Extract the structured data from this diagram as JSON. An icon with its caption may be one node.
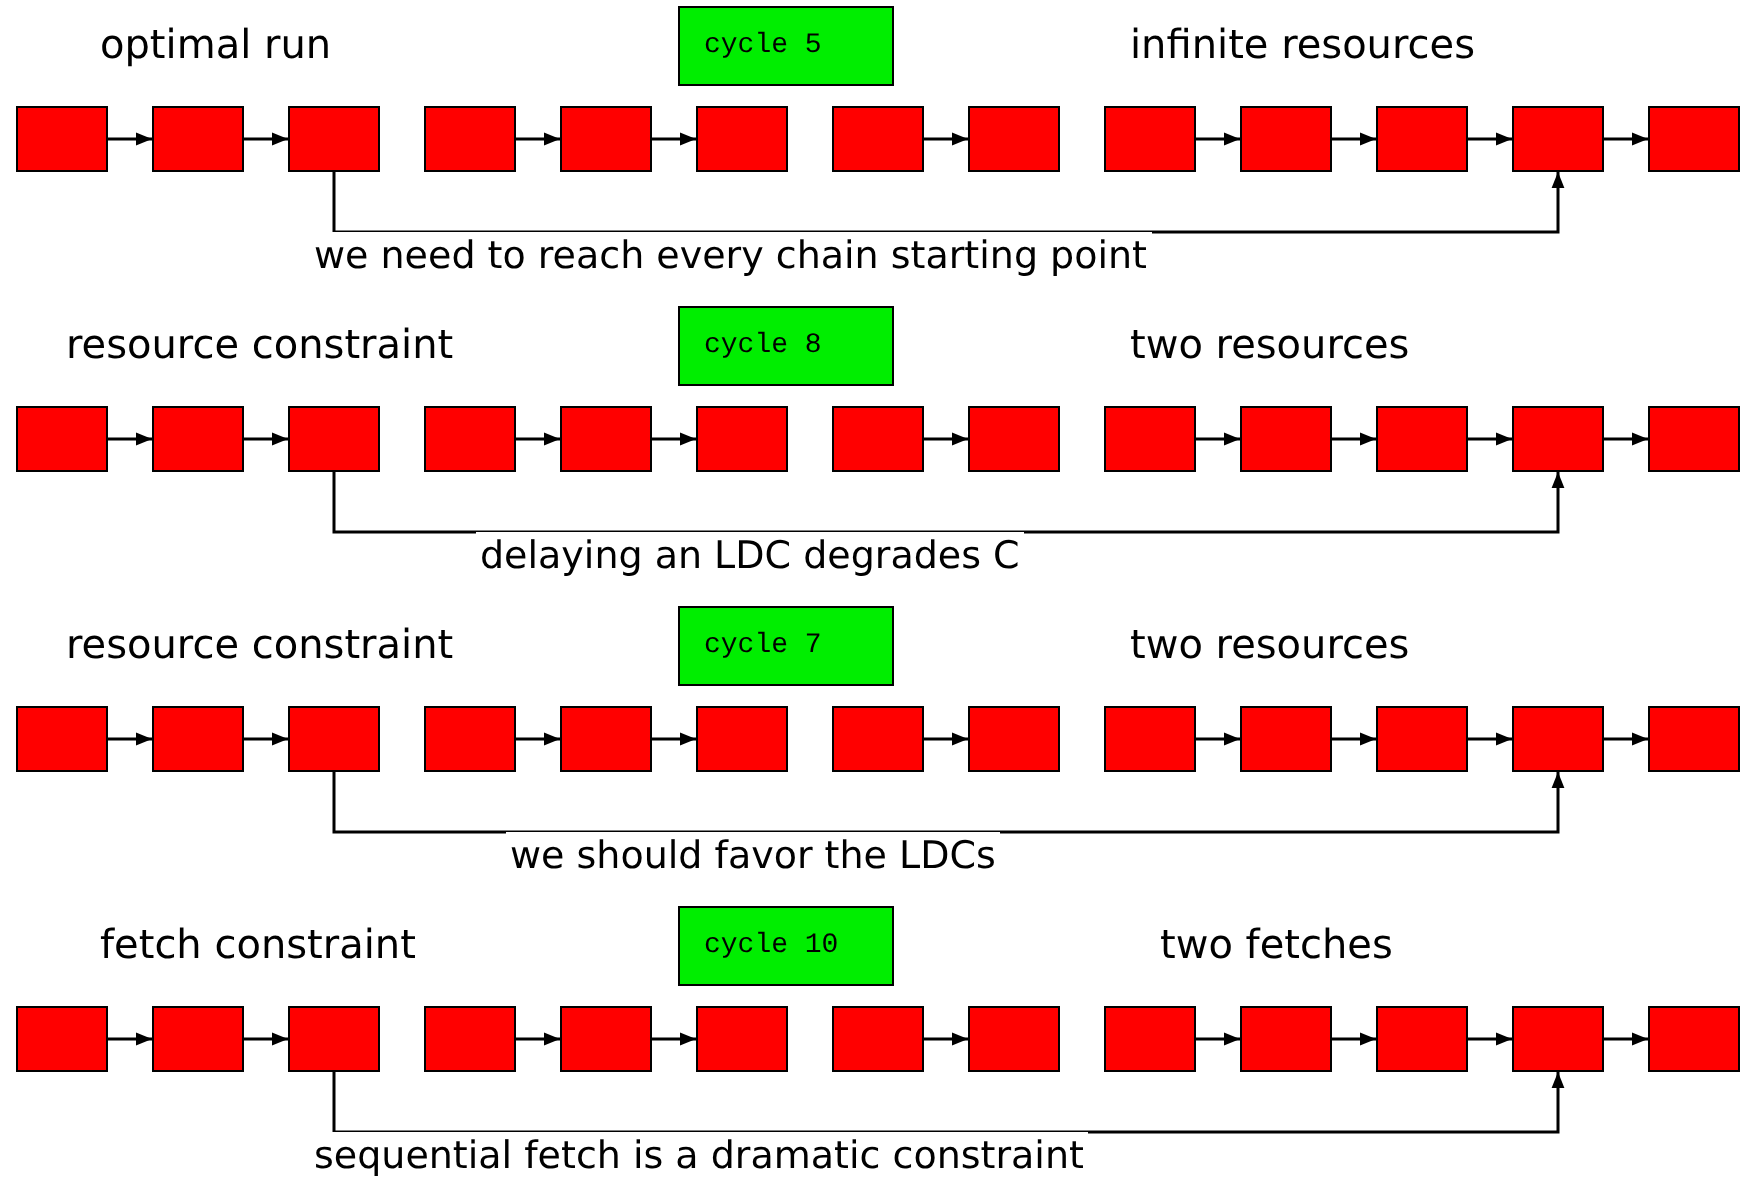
{
  "diagram": {
    "nodes": [
      {
        "text": [
          "cycle 5"
        ]
      },
      {
        "text": [],
        "shape": "box"
      },
      {
        "text": [],
        "shape": "box"
      },
      {
        "text": [],
        "shape": "box"
      },
      {
        "text": [],
        "shape": "box"
      },
      {
        "text": [],
        "shape": "box"
      },
      {
        "text": [],
        "shape": "box"
      },
      {
        "text": [],
        "shape": "box"
      },
      {
        "text": [],
        "shape": "box"
      },
      {
        "text": [],
        "shape": "box"
      },
      {
        "text": [],
        "shape": "box"
      },
      {
        "text": [],
        "shape": "box"
      },
      {
        "text": [],
        "shape": "box"
      },
      {
        "text": [],
        "shape": "box"
      },
      {
        "text": [
          "cycle 8"
        ]
      },
      {
        "text": [],
        "shape": "box"
      },
      {
        "text": [],
        "shape": "box"
      },
      {
        "text": [],
        "shape": "box"
      },
      {
        "text": [],
        "shape": "box"
      },
      {
        "text": [],
        "shape": "box"
      },
      {
        "text": [],
        "shape": "box"
      },
      {
        "text": [],
        "shape": "box"
      },
      {
        "text": [],
        "shape": "box"
      },
      {
        "text": [],
        "shape": "box"
      },
      {
        "text": [],
        "shape": "box"
      },
      {
        "text": [],
        "shape": "box"
      },
      {
        "text": [],
        "shape": "box"
      },
      {
        "text": [],
        "shape": "box"
      },
      {
        "text": [
          "cycle 7"
        ]
      },
      {
        "text": [],
        "shape": "box"
      },
      {
        "text": [],
        "shape": "box"
      },
      {
        "text": [],
        "shape": "box"
      },
      {
        "text": [],
        "shape": "box"
      },
      {
        "text": [],
        "shape": "box"
      },
      {
        "text": [],
        "shape": "box"
      },
      {
        "text": [],
        "shape": "box"
      },
      {
        "text": [],
        "shape": "box"
      },
      {
        "text": [],
        "shape": "box"
      },
      {
        "text": [],
        "shape": "box"
      },
      {
        "text": [],
        "shape": "box"
      },
      {
        "text": [],
        "shape": "box"
      },
      {
        "text": [],
        "shape": "box"
      },
      {
        "text": [
          "cycle 10"
        ]
      },
      {
        "text": [],
        "shape": "box"
      },
      {
        "text": [],
        "shape": "box"
      },
      {
        "text": [],
        "shape": "box"
      },
      {
        "text": [],
        "shape": "box"
      },
      {
        "text": [],
        "shape": "box"
      },
      {
        "text": [],
        "shape": "box"
      },
      {
        "text": [],
        "shape": "box"
      },
      {
        "text": [],
        "shape": "box"
      },
      {
        "text": [],
        "shape": "box"
      },
      {
        "text": [],
        "shape": "box"
      },
      {
        "text": [],
        "shape": "box"
      },
      {
        "text": [],
        "shape": "box"
      },
      {
        "text": [],
        "shape": "box"
      }
    ],
    "edges": [
      {
        "from": 1,
        "to": 2,
        "arrow": "to"
      },
      {
        "from": 2,
        "to": 3,
        "arrow": "to"
      },
      {
        "from": 4,
        "to": 5,
        "arrow": "to"
      },
      {
        "from": 5,
        "to": 6,
        "arrow": "to"
      },
      {
        "from": 7,
        "to": 8,
        "arrow": "to"
      },
      {
        "from": 9,
        "to": 10,
        "arrow": "to"
      },
      {
        "from": 10,
        "to": 11,
        "arrow": "to"
      },
      {
        "from": 11,
        "to": 12,
        "arrow": "to"
      },
      {
        "from": 12,
        "to": 13,
        "arrow": "to"
      },
      {
        "from": 3,
        "to": 12,
        "arrow": "to",
        "label": "we need to reach every chain starting point"
      },
      {
        "from": 15,
        "to": 16,
        "arrow": "to"
      },
      {
        "from": 16,
        "to": 17,
        "arrow": "to"
      },
      {
        "from": 18,
        "to": 19,
        "arrow": "to"
      },
      {
        "from": 19,
        "to": 20,
        "arrow": "to"
      },
      {
        "from": 21,
        "to": 22,
        "arrow": "to"
      },
      {
        "from": 23,
        "to": 24,
        "arrow": "to"
      },
      {
        "from": 24,
        "to": 25,
        "arrow": "to"
      },
      {
        "from": 25,
        "to": 26,
        "arrow": "to"
      },
      {
        "from": 26,
        "to": 27,
        "arrow": "to"
      },
      {
        "from": 17,
        "to": 26,
        "arrow": "to",
        "label": "delaying an LDC degrades C"
      },
      {
        "from": 29,
        "to": 30,
        "arrow": "to"
      },
      {
        "from": 30,
        "to": 31,
        "arrow": "to"
      },
      {
        "from": 32,
        "to": 33,
        "arrow": "to"
      },
      {
        "from": 33,
        "to": 34,
        "arrow": "to"
      },
      {
        "from": 35,
        "to": 36,
        "arrow": "to"
      },
      {
        "from": 37,
        "to": 38,
        "arrow": "to"
      },
      {
        "from": 38,
        "to": 39,
        "arrow": "to"
      },
      {
        "from": 39,
        "to": 40,
        "arrow": "to"
      },
      {
        "from": 40,
        "to": 41,
        "arrow": "to"
      },
      {
        "from": 31,
        "to": 40,
        "arrow": "to",
        "label": "we should favor the LDCs"
      },
      {
        "from": 43,
        "to": 44,
        "arrow": "to"
      },
      {
        "from": 44,
        "to": 45,
        "arrow": "to"
      },
      {
        "from": 46,
        "to": 47,
        "arrow": "to"
      },
      {
        "from": 47,
        "to": 48,
        "arrow": "to"
      },
      {
        "from": 49,
        "to": 50,
        "arrow": "to"
      },
      {
        "from": 51,
        "to": 52,
        "arrow": "to"
      },
      {
        "from": 52,
        "to": 53,
        "arrow": "to"
      },
      {
        "from": 53,
        "to": 54,
        "arrow": "to"
      },
      {
        "from": 54,
        "to": 55,
        "arrow": "to"
      },
      {
        "from": 45,
        "to": 54,
        "arrow": "to",
        "label": "sequential fetch is a dramatic constraint"
      }
    ],
    "labels": [
      "optimal run",
      "infinite resources",
      "resource constraint",
      "two resources",
      "resource constraint",
      "two resources",
      "fetch constraint",
      "two fetches"
    ]
  }
}
